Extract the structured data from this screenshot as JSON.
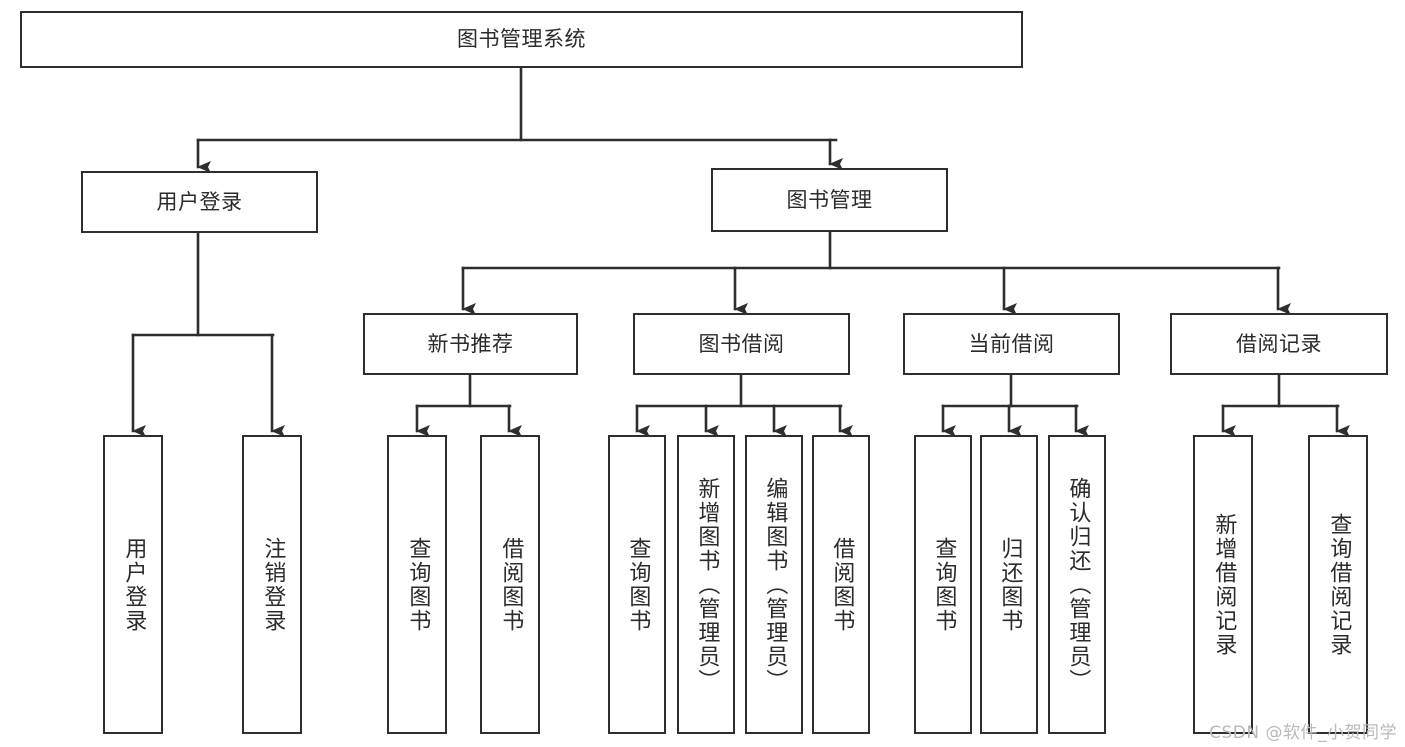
{
  "diagram": {
    "type": "tree",
    "title": "图书管理系统",
    "watermark": "CSDN @软件_小贺同学",
    "colors": {
      "stroke": "#2e2e2e",
      "fill": "#ffffff",
      "text": "#2b2b2b",
      "watermark": "#b9b9b9"
    },
    "nodes": {
      "root": {
        "label": "图书管理系统"
      },
      "level2": [
        {
          "label": "用户登录"
        },
        {
          "label": "图书管理"
        }
      ],
      "level3": [
        {
          "label": "新书推荐"
        },
        {
          "label": "图书借阅"
        },
        {
          "label": "当前借阅"
        },
        {
          "label": "借阅记录"
        }
      ],
      "leaves": {
        "user_login": [
          {
            "label": "用户登录"
          },
          {
            "label": "注销登录"
          }
        ],
        "new_book": [
          {
            "label": "查询图书"
          },
          {
            "label": "借阅图书"
          }
        ],
        "book_borrow": [
          {
            "label": "查询图书"
          },
          {
            "label": "新增图书（管理员）"
          },
          {
            "label": "编辑图书（管理员）"
          },
          {
            "label": "借阅图书"
          }
        ],
        "current_borrow": [
          {
            "label": "查询图书"
          },
          {
            "label": "归还图书"
          },
          {
            "label": "确认归还（管理员）"
          }
        ],
        "borrow_record": [
          {
            "label": "新增借阅记录"
          },
          {
            "label": "查询借阅记录"
          }
        ]
      }
    }
  }
}
